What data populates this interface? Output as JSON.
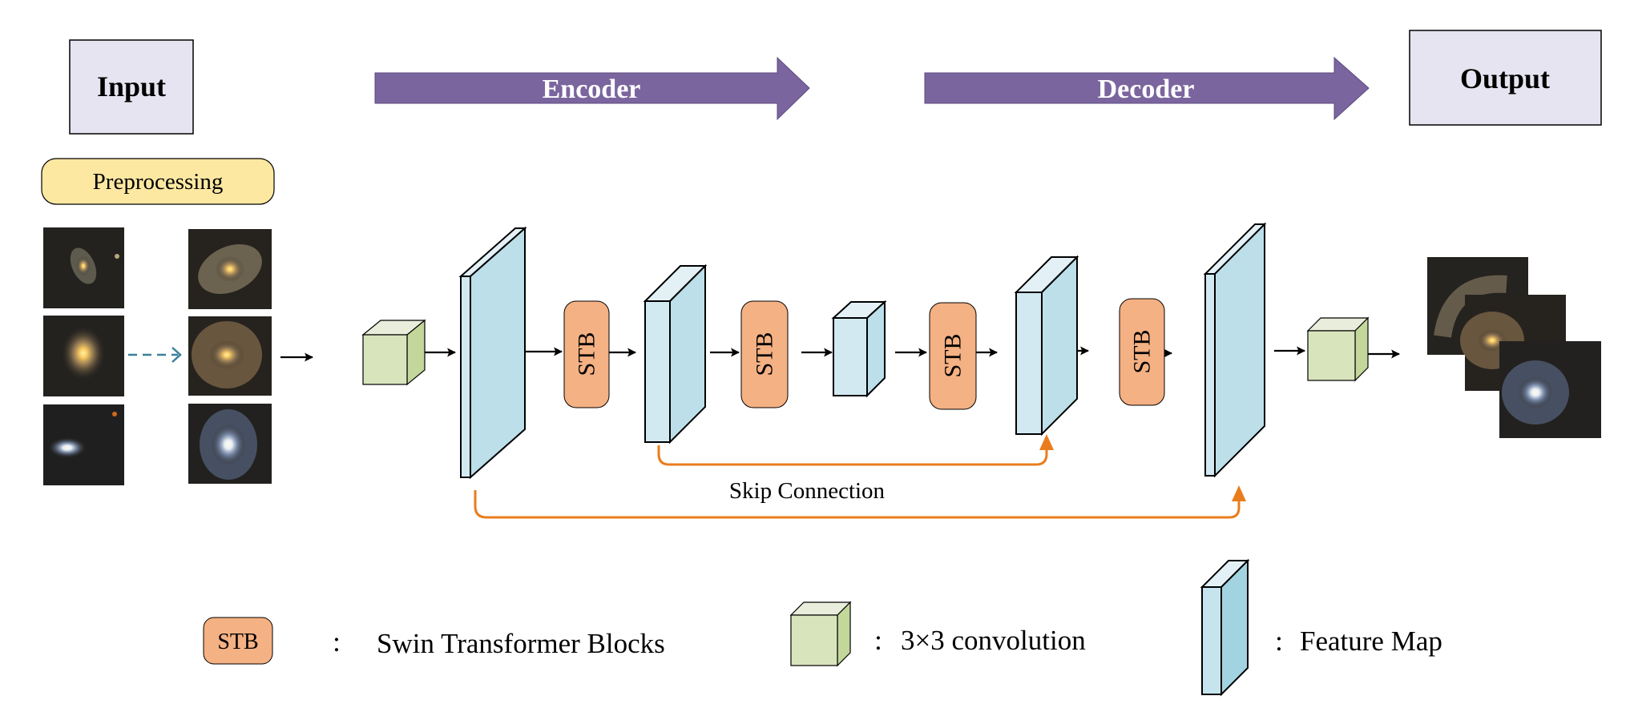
{
  "header": {
    "input_label": "Input",
    "encoder_label": "Encoder",
    "decoder_label": "Decoder",
    "output_label": "Output"
  },
  "preprocessing": {
    "label": "Preprocessing",
    "raw_images": [
      "galaxy-spiral-small",
      "galaxy-elliptical",
      "galaxy-blue-disk"
    ],
    "processed_images": [
      "galaxy-spiral-zoomed",
      "galaxy-elliptical-zoomed",
      "galaxy-blue-zoomed"
    ]
  },
  "network": {
    "stb_label": "STB",
    "stb_count": 4,
    "skip_connection_label": "Skip Connection",
    "output_images": [
      "output-galaxy-1",
      "output-galaxy-2",
      "output-galaxy-3"
    ]
  },
  "legend": {
    "stb_box_label": "STB",
    "separator": ":",
    "stb_description": "Swin Transformer Blocks",
    "conv_description": "3×3 convolution",
    "feature_map_description": "Feature Map"
  },
  "colors": {
    "header_box_fill": "#e6e4f0",
    "arrow_fill": "#7b659e",
    "preprocessing_fill": "#fde8a2",
    "stb_fill": "#f4b183",
    "conv_front": "#d8e4bc",
    "conv_top": "#e8eedb",
    "conv_side": "#c4d79b",
    "fm_front": "#d3e9f2",
    "fm_side": "#bcdfe9",
    "fm_top": "#e3f1f7",
    "skip_color": "#e97d1d",
    "dashed_arrow_color": "#3a8199"
  }
}
